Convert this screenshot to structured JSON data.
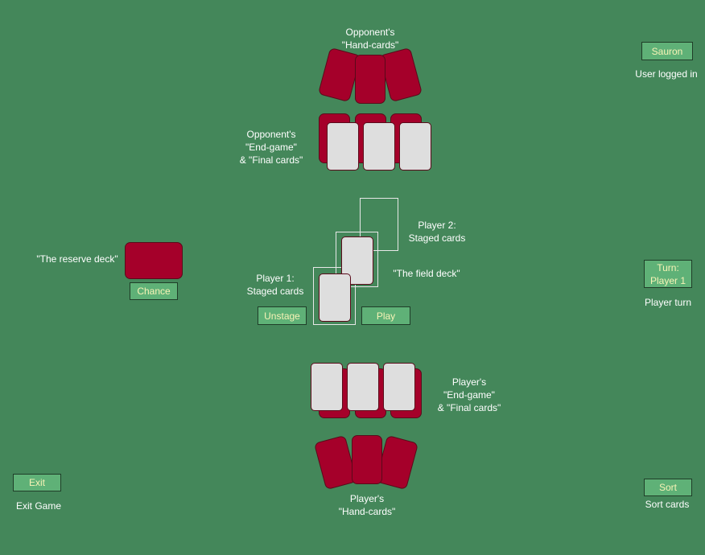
{
  "user": {
    "name_button": "Sauron",
    "status": "User logged in"
  },
  "turn": {
    "line1": "Turn:",
    "line2": "Player 1",
    "caption": "Player turn"
  },
  "opponent": {
    "hand_line1": "Opponent's",
    "hand_line2": "\"Hand-cards\"",
    "end_line1": "Opponent's",
    "end_line2": "\"End-game\"",
    "end_line3": "& \"Final cards\""
  },
  "player": {
    "hand_line1": "Player's",
    "hand_line2": "\"Hand-cards\"",
    "end_line1": "Player's",
    "end_line2": "\"End-game\"",
    "end_line3": "& \"Final cards\""
  },
  "reserve": {
    "label": "\"The reserve deck\"",
    "chance_button": "Chance"
  },
  "field": {
    "label": "\"The field deck\"",
    "p1_line1": "Player 1:",
    "p1_line2": "Staged cards",
    "p2_line1": "Player 2:",
    "p2_line2": "Staged cards",
    "unstage_button": "Unstage",
    "play_button": "Play"
  },
  "controls": {
    "exit_button": "Exit",
    "exit_caption": "Exit Game",
    "sort_button": "Sort",
    "sort_caption": "Sort cards"
  },
  "colors": {
    "table": "#44875a",
    "card_back": "#a5002a",
    "card_face": "#dedede",
    "button": "#5fb177",
    "button_text": "#f7f3b6"
  }
}
